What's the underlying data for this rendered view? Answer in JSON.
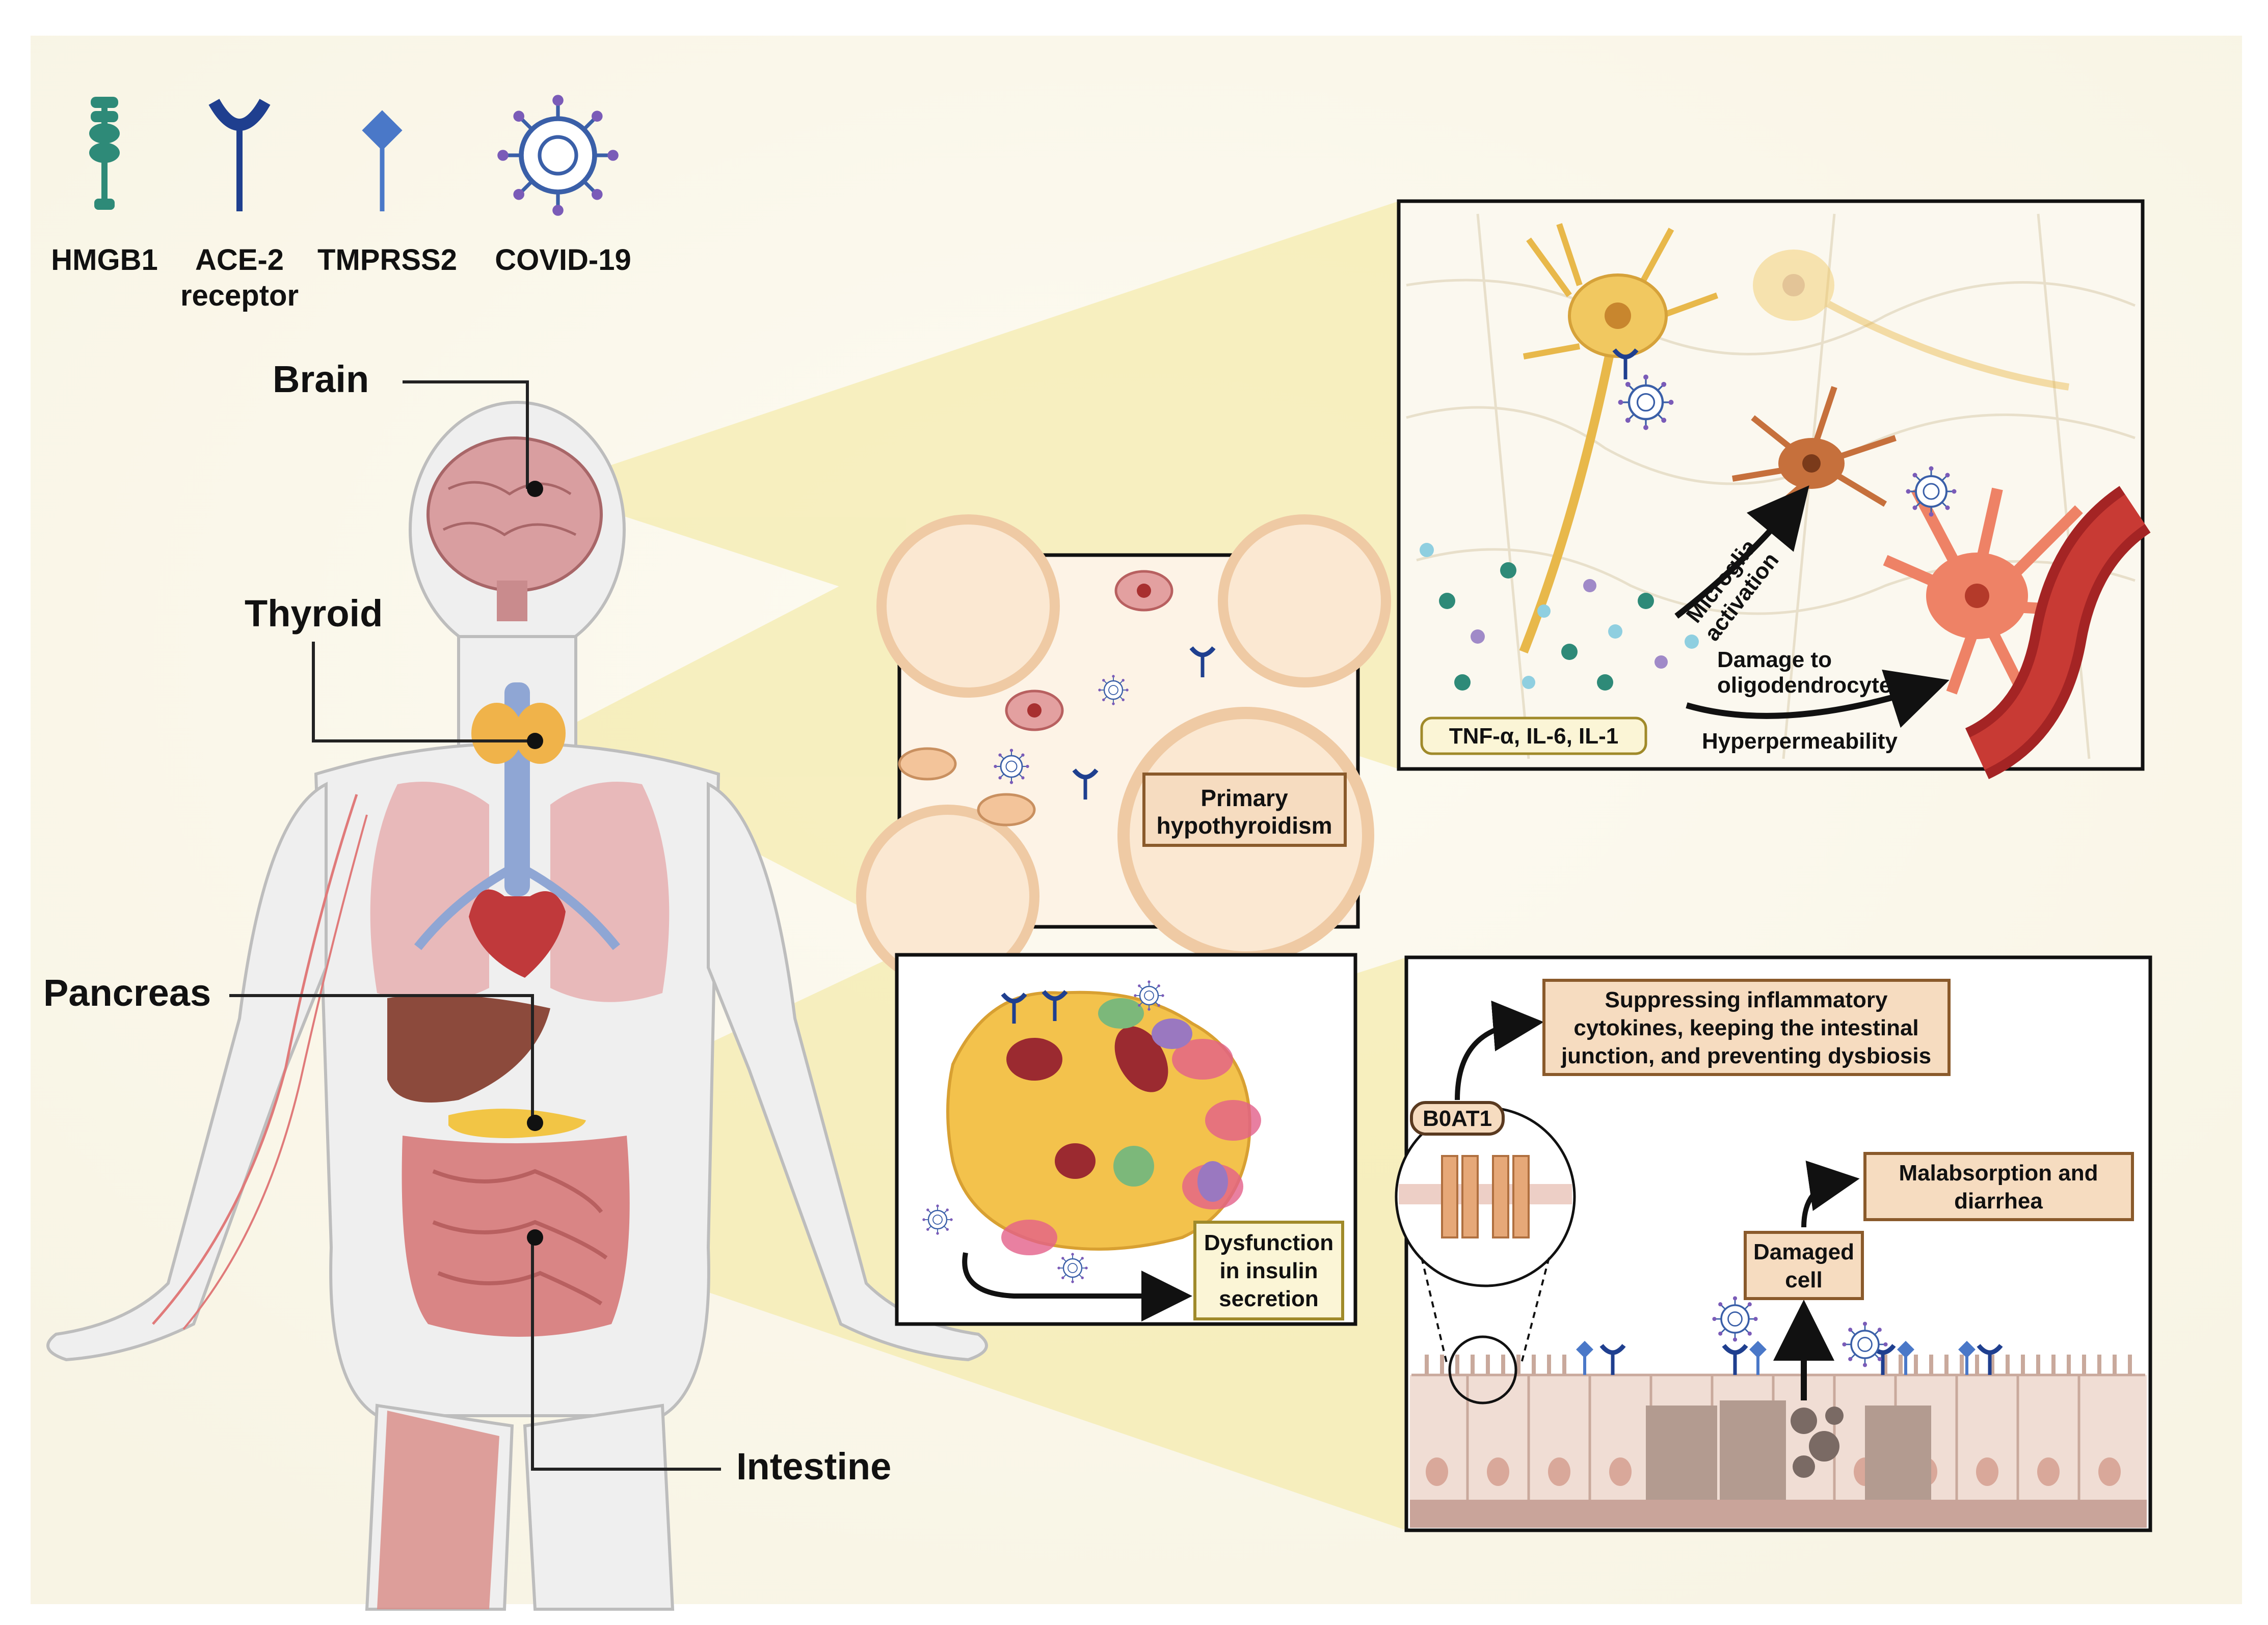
{
  "legend": {
    "hmgb1": "HMGB1",
    "ace2_line1": "ACE-2",
    "ace2_line2": "receptor",
    "tmprss2": "TMPRSS2",
    "covid": "COVID-19"
  },
  "organs": {
    "brain": "Brain",
    "thyroid": "Thyroid",
    "pancreas": "Pancreas",
    "intestine": "Intestine"
  },
  "brain_panel": {
    "microglia_line1": "Microglia",
    "microglia_line2": "activation",
    "damage_line1": "Damage to",
    "damage_line2": "oligodendrocyte",
    "cytokines": "TNF-α, IL-6, IL-1",
    "hyperpermeability": "Hyperpermeability"
  },
  "thyroid_panel": {
    "label_line1": "Primary",
    "label_line2": "hypothyroidism"
  },
  "pancreas_panel": {
    "label_line1": "Dysfunction",
    "label_line2": "in insulin",
    "label_line3": "secretion"
  },
  "intestine_panel": {
    "suppress_line1": "Suppressing inflammatory",
    "suppress_line2": "cytokines, keeping the intestinal",
    "suppress_line3": "junction, and preventing dysbiosis",
    "boat1": "B0AT1",
    "damaged_line1": "Damaged",
    "damaged_line2": "cell",
    "malabsorption_line1": "Malabsorption and",
    "malabsorption_line2": "diarrhea"
  },
  "colors": {
    "hmgb1": "#2e8a78",
    "ace2": "#1f3f8f",
    "tmprss2": "#4a78c8",
    "virus": "#3a5fa8",
    "label_box_fill": "#f6dcc0",
    "label_box_stroke": "#8a5a2b",
    "pancreas_box_fill": "#fbf5d6",
    "pancreas_box_stroke": "#a08a2a",
    "projection": "#f4eaa6"
  }
}
